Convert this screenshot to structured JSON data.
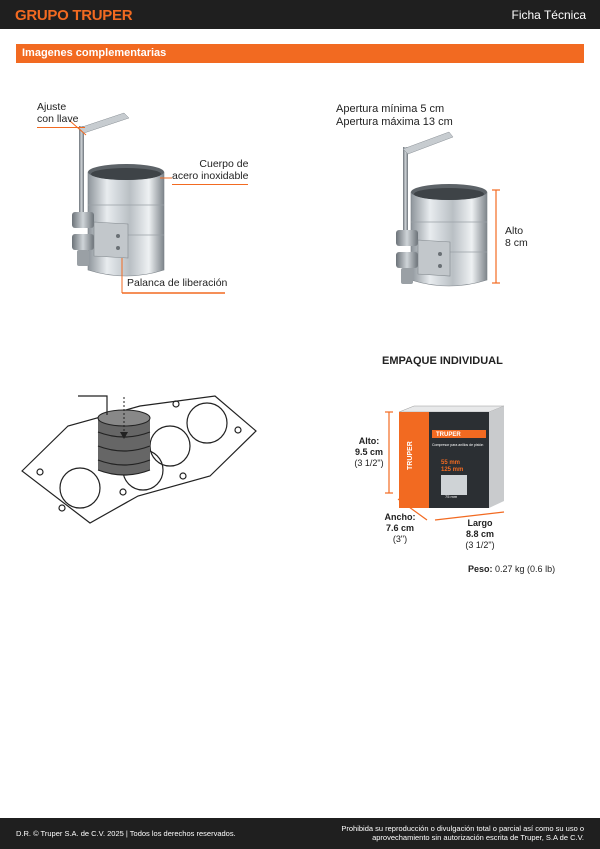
{
  "header": {
    "brand": "GRUPO TRUPER",
    "doc_type": "Ficha Técnica"
  },
  "section": {
    "title": "Imagenes complementarias"
  },
  "product_view": {
    "adjust_label_1": "Ajuste",
    "adjust_label_2": "con llave",
    "body_label_1": "Cuerpo de",
    "body_label_2": "acero inoxidable",
    "release_label": "Palanca de liberación"
  },
  "dimensions_view": {
    "min_opening": "Apertura mínima 5 cm",
    "max_opening": "Apertura máxima 13 cm",
    "height_label_1": "Alto",
    "height_label_2": "8 cm"
  },
  "packaging": {
    "title": "EMPAQUE INDIVIDUAL",
    "alto_label": "Alto:",
    "alto_cm": "9.5 cm",
    "alto_in": "(3 1/2\")",
    "ancho_label": "Ancho:",
    "ancho_cm": "7.6 cm",
    "ancho_in": "(3\")",
    "largo_label": "Largo",
    "largo_cm": "8.8 cm",
    "largo_in": "(3 1/2\")",
    "peso_label": "Peso:",
    "peso_value": "0.27 kg (0.6 lb)",
    "box_brand": "TRUPER",
    "box_line1": "Compresor para anillos de pistón",
    "box_line2": "55 mm",
    "box_line3": "125 mm",
    "box_line4": "75 mm"
  },
  "footer": {
    "left": "D.R. © Truper S.A. de C.V. 2025 | Todos los derechos reservados.",
    "right_1": "Prohibida su reproducción o divulgación total o parcial así como su uso o",
    "right_2": "aprovechamiento sin autorización escrita de Truper, S.A de C.V."
  },
  "colors": {
    "accent": "#f26a21",
    "dark": "#1f1f1f"
  }
}
